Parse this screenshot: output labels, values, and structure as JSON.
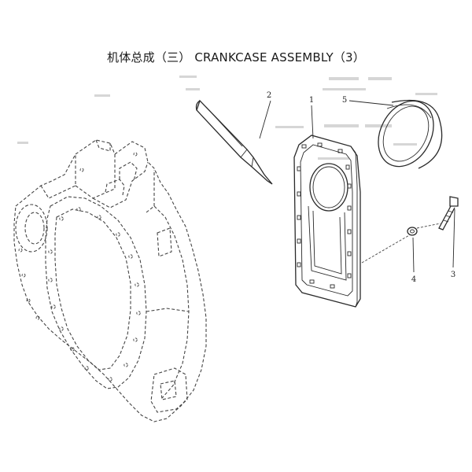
{
  "title": "机体总成（三） CRANKCASE ASSEMBLY（3）",
  "parts": [
    {
      "number": "1",
      "icon": "gasket-plate-icon"
    },
    {
      "number": "2",
      "icon": "sealant-tube-icon"
    },
    {
      "number": "3",
      "icon": "bolt-icon"
    },
    {
      "number": "4",
      "icon": "washer-icon"
    },
    {
      "number": "5",
      "icon": "oil-seal-icon"
    }
  ],
  "colors": {
    "ink": "#2a2a2a",
    "background": "#ffffff"
  }
}
